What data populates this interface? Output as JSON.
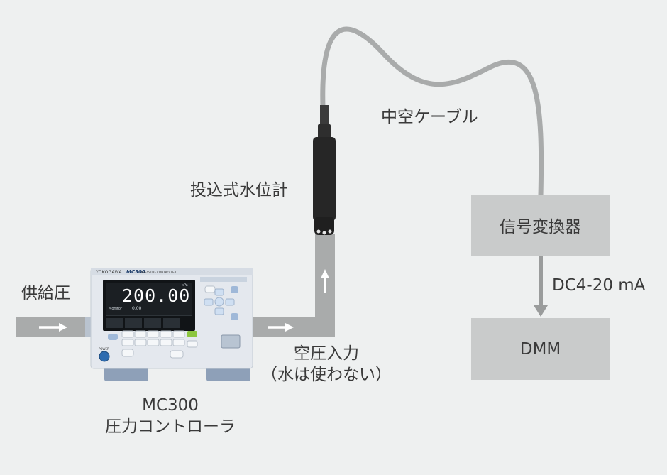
{
  "labels": {
    "supply_pressure": "供給圧",
    "submersible_gauge": "投込式水位計",
    "hollow_cable": "中空ケーブル",
    "air_input_line1": "空圧入力",
    "air_input_line2": "（水は使わない）",
    "controller_model": "MC300",
    "controller_name": "圧力コントローラ",
    "signal_output": "DC4-20 mA"
  },
  "boxes": {
    "converter": "信号変換器",
    "dmm": "DMM"
  },
  "device": {
    "brand": "YOKOGAWA",
    "model": "MC300",
    "subtitle": "PRESSURE CONTROLLER",
    "display_value": "200.00",
    "display_unit": "kPa",
    "monitor_label": "Monitor",
    "monitor_value": "0.00",
    "power_label": "POWER"
  },
  "colors": {
    "background": "#eef0f0",
    "pipe": "#a9abab",
    "box": "#c9cbcb",
    "arrow": "#ffffff",
    "sensor": "#2b2b2b"
  }
}
